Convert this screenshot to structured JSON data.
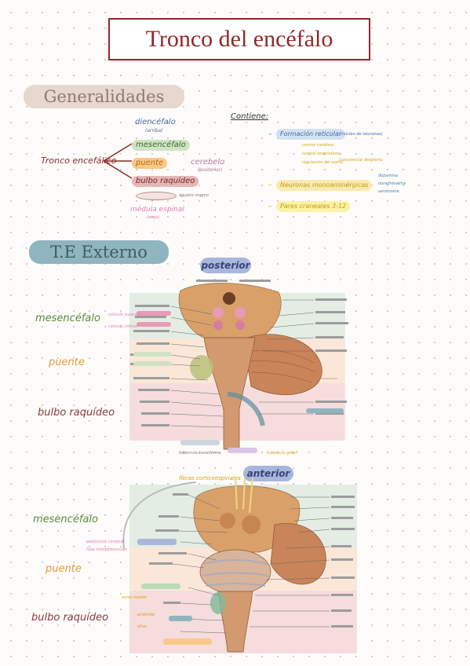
{
  "title": "Tronco del encéfalo",
  "sections": {
    "generalidades": "Generalidades",
    "externo": "T.E Externo"
  },
  "general": {
    "main_term": "Tronco encefálico",
    "diencefalo": "diencéfalo",
    "diencefalo_note": "(arriba)",
    "mesencefalo": "mesencéfalo",
    "puente": "puente",
    "bulbo": "bulbo raquídeo",
    "foramen_note": "agujero magno",
    "medula": "médula espinal",
    "medula_note": "(abajo)",
    "cerebelo": "cerebelo",
    "cerebelo_note": "(posterior)",
    "contiene_label": "Contiene:",
    "formacion": "Formación reticular",
    "formacion_note": "(núcleo de neuronas)",
    "formacion_subs": [
      "control cardiaco",
      "control respiratorio",
      "regulación del sueño"
    ],
    "formacion_subnote": "(conciencia) despierto",
    "neuronas": "Neuronas monoaminérgicas",
    "neuronas_subs": [
      "dopamina",
      "noradrenalina",
      "serotonina"
    ],
    "pares": "Pares craneales 3-12"
  },
  "posterior": {
    "heading": "posterior",
    "side_labels": [
      "mesencéfalo",
      "puente",
      "bulbo raquídeo"
    ],
    "callouts": [
      "colículo superior",
      "colículo inferior"
    ],
    "bottom_notes": [
      "tubérculo cuneiforme",
      "tubérculo grácil"
    ]
  },
  "anterior": {
    "heading": "anterior",
    "top_note": "fibras corticoespinales",
    "side_labels": [
      "mesencéfalo",
      "puente",
      "bulbo raquídeo"
    ],
    "left_notes": [
      "pedúnculo cerebral",
      "fosa interpeduncular",
      "surco basilar",
      "pirámide",
      "oliva"
    ]
  },
  "colors": {
    "title": "#8e2a2a",
    "mesencefalo": "#5b8a3a",
    "puente": "#e59a3a",
    "bulbo": "#8a3b3b",
    "panel_green": "#e3ede4",
    "panel_peach": "#fbe7d8",
    "panel_pink": "#f6dcdc"
  },
  "icons": [
    "brainstem-posterior-illustration",
    "brainstem-anterior-illustration"
  ]
}
